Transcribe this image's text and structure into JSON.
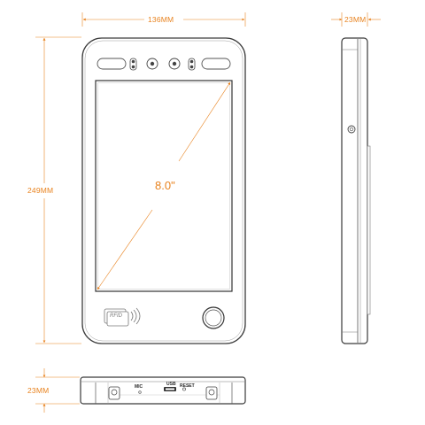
{
  "dimensions": {
    "width_label": "136MM",
    "depth_label_side": "23MM",
    "height_label": "249MM",
    "depth_label_bottom": "23MM",
    "screen_diagonal_label": "8.0\""
  },
  "front_view": {
    "rfid_label": "RFID"
  },
  "bottom_view": {
    "mic_label": "MIC",
    "usb_label": "USB",
    "reset_label": "RESET"
  },
  "colors": {
    "accent": "#e8821e",
    "outline": "#3a3a3a"
  }
}
